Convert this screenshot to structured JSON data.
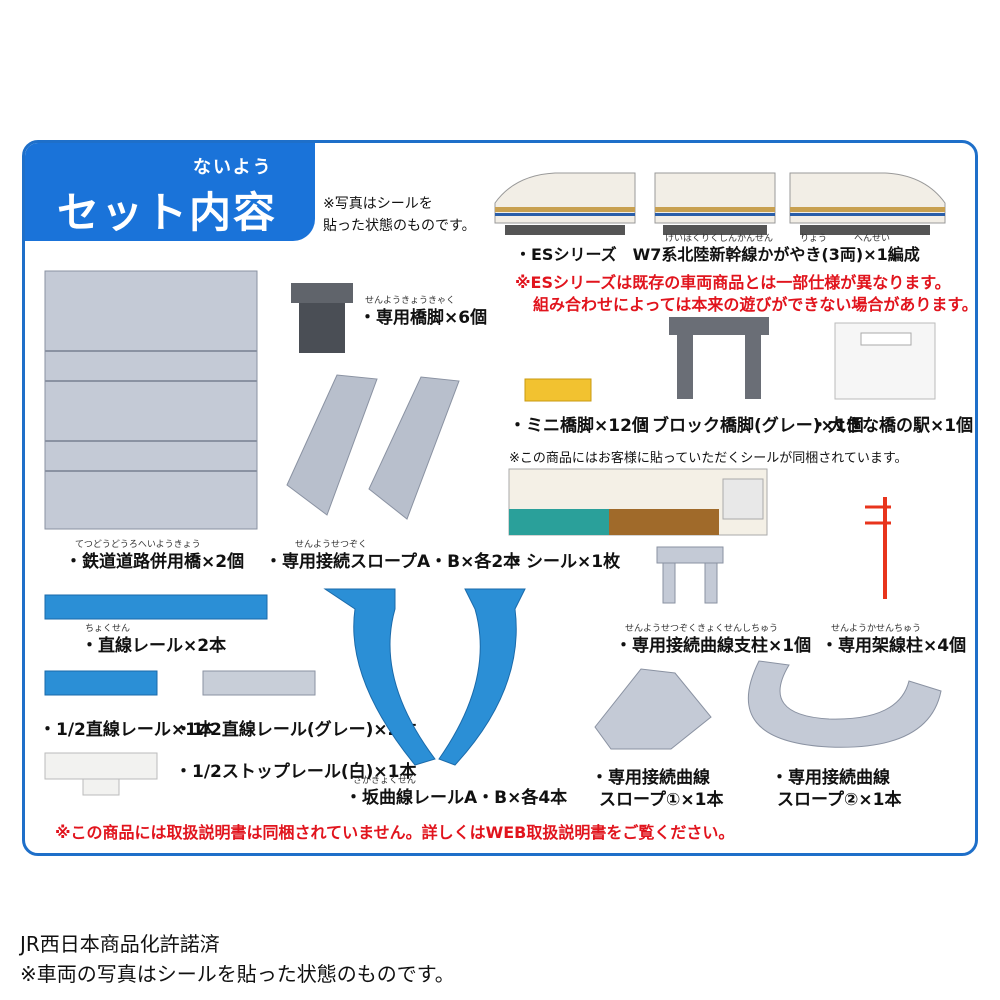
{
  "panel": {
    "title": "セット内容",
    "title_ruby": "ないよう",
    "photo_note_line1": "※写真はシールを",
    "photo_note_line2": "貼った状態のものです。"
  },
  "train": {
    "label": "・ESシリーズ　W7系北陸新幹線かがやき(3両)×1編成",
    "ruby": "けいほくりくしんかんせん　　　りょう　　　へんせい",
    "warn1": "※ESシリーズは既存の車両商品とは一部仕様が異なります。",
    "warn2": "組み合わせによっては本来の遊びができない場合があります。"
  },
  "items": {
    "pier": "・専用橋脚×6個",
    "pier_ruby": "せんようきょうきゃく",
    "mini_pier": "・ミニ橋脚×12個",
    "block_pier": "・ブロック橋脚(グレー)×1個",
    "station": "・大きな橋の駅×1個",
    "bridge": "・鉄道道路併用橋×2個",
    "bridge_ruby": "てつどうどうろへいようきょう",
    "slope_ab": "・専用接続スロープA・B×各2本",
    "slope_ab_ruby": "せんようせつぞく",
    "sticker_note": "※この商品にはお客様に貼っていただくシールが同梱されています。",
    "sticker": "・シール×1枚",
    "support": "・専用接続曲線支柱×1個",
    "support_ruby": "せんようせつぞくきょくせんしちゅう",
    "catenary": "・専用架線柱×4個",
    "catenary_ruby": "せんようかせんちゅう",
    "straight": "・直線レール×2本",
    "straight_ruby": "ちょくせん",
    "half": "・1/2直線レール×1本",
    "half_gray": "・1/2直線レール(グレー)×2本",
    "stop": "・1/2ストップレール(白)×1本",
    "curve_ab": "・坂曲線レールA・B×各4本",
    "curve_ab_ruby": "さかきょくせん",
    "slope1_l1": "・専用接続曲線",
    "slope1_l2": "スロープ①×1本",
    "slope2_l1": "・専用接続曲線",
    "slope2_l2": "スロープ②×1本"
  },
  "manual_note": "※この商品には取扱説明書は同梱されていません。詳しくはWEB取扱説明書をご覧ください。",
  "footer": {
    "line1": "JR西日本商品化許諾済",
    "line2": "※車両の写真はシールを貼った状態のものです。"
  },
  "colors": {
    "brand_blue": "#1a73d9",
    "rail_blue": "#2b8fd6",
    "gray_part": "#b8bfcc",
    "warning_red": "#e1141d"
  }
}
